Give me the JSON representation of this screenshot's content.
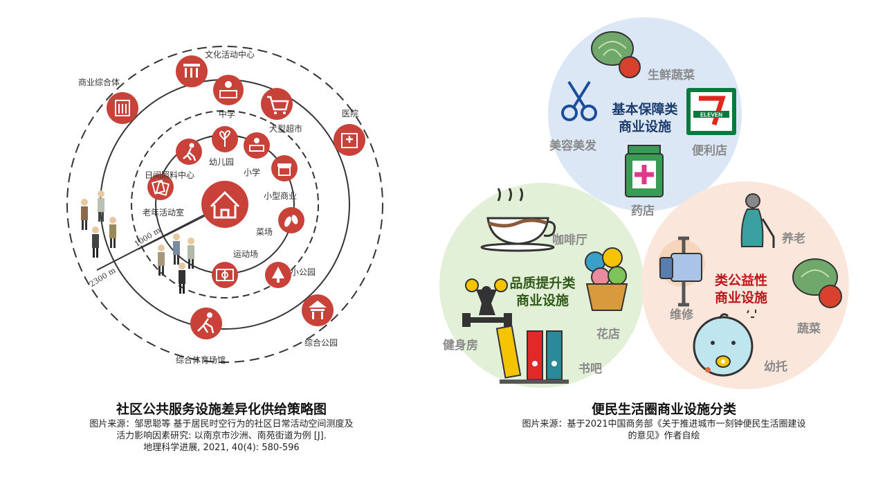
{
  "left": {
    "title": "社区公共服务设施差异化供给策略图",
    "source_lines": [
      "图片来源：邹思聪等 基于居民时空行为的社区日常活动空间测度及",
      "活力影响因素研究: 以南京市沙洲、南苑街道为例 [J].",
      "地理科学进展, 2021, 40(4): 580-596"
    ],
    "labels": {
      "culture_center": "文化活动中心",
      "commercial_complex": "商业综合体",
      "hospital": "医院",
      "middle_school": "中学",
      "supermarket": "大型超市",
      "kindergarten": "幼儿园",
      "daycare": "日间照料中心",
      "primary_school": "小学",
      "small_shop": "小型商业",
      "elderly_room": "老年活动室",
      "vegetable_market": "菜场",
      "sports_field": "运动场",
      "small_park": "小公园",
      "comprehensive_park": "综合公园",
      "sports_hall": "综合体育场馆",
      "dist_1000": "1000 m",
      "dist_2300": "2300 m"
    },
    "accent": "#c8423a"
  },
  "right": {
    "title": "便民生活圈商业设施分类",
    "source_lines": [
      "图片来源：基于2021中国商务部《关于推进城市一刻钟便民生活圈建设",
      "的意见》作者自绘"
    ],
    "basic": {
      "center": [
        "基本保障类",
        "商业设施"
      ],
      "items": [
        "生鲜蔬菜",
        "美容美发",
        "便利店",
        "药店"
      ],
      "color": "#dbe7f4",
      "text_color": "#1d3d6e"
    },
    "quality": {
      "center": [
        "品质提升类",
        "商业设施"
      ],
      "items": [
        "咖啡厅",
        "健身房",
        "花店",
        "书吧"
      ],
      "color": "#e3f0d8",
      "text_color": "#2f5a1a"
    },
    "public": {
      "center": [
        "类公益性",
        "商业设施"
      ],
      "items": [
        "养老",
        "维修",
        "蔬菜",
        "幼托"
      ],
      "color": "#fbe6dc",
      "text_color": "#c0141b"
    },
    "store_logo_text": "ELEVEN"
  }
}
